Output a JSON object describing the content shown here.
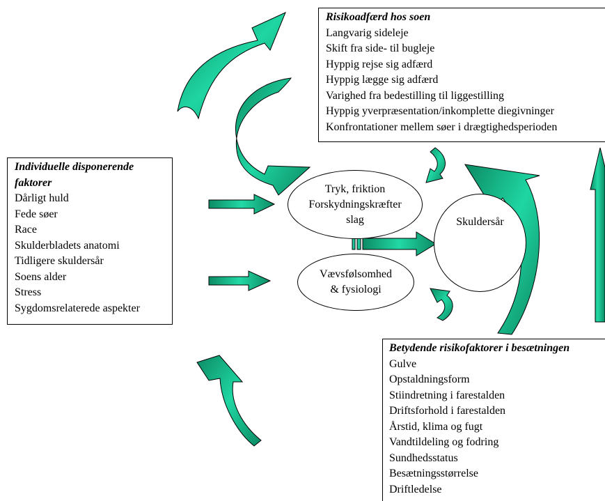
{
  "risk_behavior": {
    "title": "Risikoadfærd hos soen",
    "items": [
      "Langvarig sideleje",
      "Skift fra side- til bugleje",
      "Hyppig rejse sig adfærd",
      "Hyppig lægge sig adfærd",
      "Varighed fra bedestilling til liggestilling",
      "Hyppig yverpræsentation/inkomplette diegivninger",
      "Konfrontationer mellem søer i drægtighedsperioden"
    ]
  },
  "individual_factors": {
    "title": "Individuelle disponerende faktorer",
    "items": [
      "Dårligt huld",
      "Fede søer",
      "Race",
      "Skulderbladets anatomi",
      "Tidligere skuldersår",
      "Soens alder",
      "Stress",
      "Sygdomsrelaterede aspekter"
    ]
  },
  "herd_factors": {
    "title": "Betydende risikofaktorer i besætningen",
    "items": [
      "Gulve",
      "Opstaldningsform",
      "Stiindretning i farestalden",
      "Driftsforhold i farestalden",
      "Årstid, klima og fugt",
      "Vandtildeling og fodring",
      "Sundhedsstatus",
      "Besætningsstørrelse",
      "Driftledelse"
    ]
  },
  "mechanical": {
    "line1": "Tryk, friktion",
    "line2": "Forskydningskræfter",
    "line3": "slag"
  },
  "tissue": {
    "line1": "Vævsfølsomhed",
    "line2": "& fysiologi"
  },
  "outcome": {
    "label": "Skuldersår",
    "icon": "lightning-icon"
  },
  "colors": {
    "arrow_fill": "#1fc99b",
    "arrow_dark": "#0a7a58",
    "stroke": "#000000"
  }
}
